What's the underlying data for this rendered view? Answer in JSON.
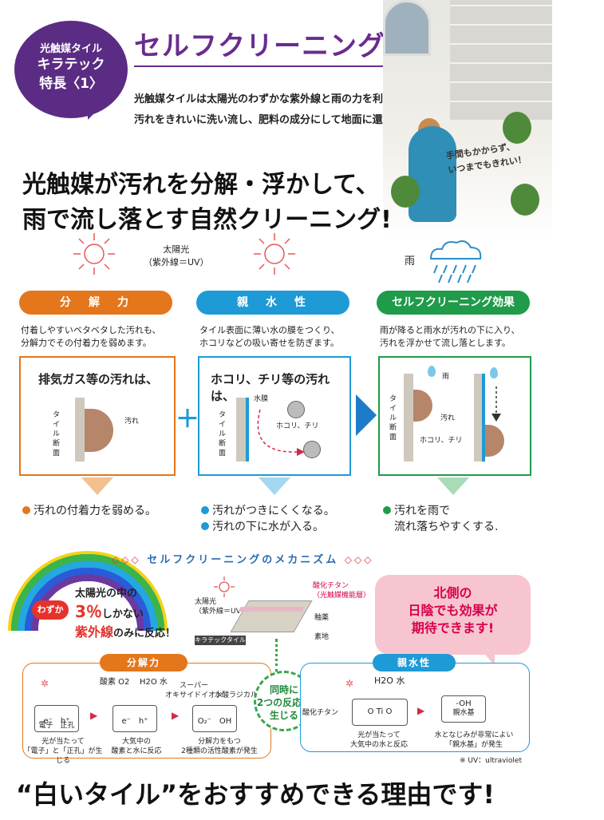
{
  "badge": {
    "small": "光触媒タイル",
    "line1": "キラテック",
    "line2": "特長〈1〉"
  },
  "title": "セルフクリーニング効果",
  "lead": {
    "line1": "光触媒タイルは太陽光のわずかな紫外線と雨の力を利用し、",
    "line2": "汚れをきれいに洗い流し、肥料の成分にして地面に還します！"
  },
  "photo_caption": {
    "line1": "手間もかからず、",
    "line2": "いつまでもきれい！"
  },
  "headline": {
    "line1": "光触媒が汚れを分解・浮かして、",
    "line2": "雨で流し落とす自然クリーニング!"
  },
  "sun_label": {
    "line1": "太陽光",
    "line2": "（紫外線＝UV）"
  },
  "rain_label": "雨",
  "colors": {
    "orange": "#e4761b",
    "blue": "#1e9ad6",
    "green": "#1f9b4a",
    "purple": "#5b2c83"
  },
  "columns": [
    {
      "pill": "分　解　力",
      "desc1": "付着しやすいベタベタした汚れも、",
      "desc2": "分解力でその付着力を弱めます。",
      "box_title": "排気ガス等の汚れは、",
      "label_tile": "タイル断面",
      "label_dirt": "汚れ",
      "bullets": [
        "汚れの付着力を弱める。"
      ]
    },
    {
      "pill": "親　水　性",
      "desc1": "タイル表面に薄い水の膜をつくり、",
      "desc2": "ホコリなどの吸い寄せを防ぎます。",
      "box_title": "ホコリ、チリ等の汚れは、",
      "label_tile": "タイル断面",
      "label_water": "水膜",
      "label_dust": "ホコリ、チリ",
      "bullets": [
        "汚れがつきにくくなる。",
        "汚れの下に水が入る。"
      ]
    },
    {
      "pill": "セルフクリーニング効果",
      "desc1": "雨が降ると雨水が汚れの下に入り、",
      "desc2": "汚れを浮かせて流し落とします。",
      "label_tile": "タイル断面",
      "label_rain": "雨",
      "label_dirt": "汚れ",
      "label_dust": "ホコリ、チリ",
      "bullets": [
        "汚れを雨で",
        "流れ落ちやすくする."
      ]
    }
  ],
  "plus": "＋",
  "mechanism": {
    "title": "セルフクリーニングのメカニズム",
    "tri_left": "◇◇◇",
    "tri_right": "◇◇◇",
    "wazuka": "わずか",
    "uv_line1": "太陽光の中の",
    "uv_percent": "3％",
    "uv_line2": "しかない",
    "uv_line3": "紫外線",
    "uv_line3b": "のみに反応！",
    "tile_sun_label1": "太陽光",
    "tile_sun_label2": "（紫外線＝UV）",
    "tile_layer1": "酸化チタン",
    "tile_layer1b": "（光触媒機能層）",
    "tile_layer2": "釉薬",
    "tile_layer3": "素地",
    "tile_name": "キラテックタイル",
    "north_line1": "北側の",
    "north_line2": "日陰でも効果が",
    "north_line3": "期待できます!",
    "center_line1": "同時に",
    "center_line2": "2つの反応が",
    "center_line3": "生じる",
    "left_panel": {
      "pill": "分解力",
      "o2": "酸素 O2",
      "h2o": "H2O 水",
      "super": "スーパー",
      "super2": "オキサイドイオン",
      "radical": "水酸ラジカル",
      "box1": "e⁻　h⁺",
      "box1_label": "電子　正孔",
      "box2": "e⁻　h⁺",
      "box3": "O₂⁻　OH",
      "cap1a": "光が当たって",
      "cap1b": "「電子」と「正孔」が生じる",
      "cap2a": "大気中の",
      "cap2b": "酸素と水に反応",
      "cap3a": "分解力をもつ",
      "cap3b": "2種類の活性酸素が発生"
    },
    "right_panel": {
      "pill": "親水性",
      "h2o": "H2O 水",
      "ti_label": "酸化チタン",
      "ti": "O  Ti  O",
      "oh": "-OH",
      "oh_label": "親水基",
      "cap1a": "光が当たって",
      "cap1b": "大気中の水と反応",
      "cap2a": "水となじみが非常によい",
      "cap2b": "「親水基」が発生"
    },
    "footnote": "※ UV：ultraviolet"
  },
  "bottom": "“白いタイル”をおすすめできる理由です!"
}
